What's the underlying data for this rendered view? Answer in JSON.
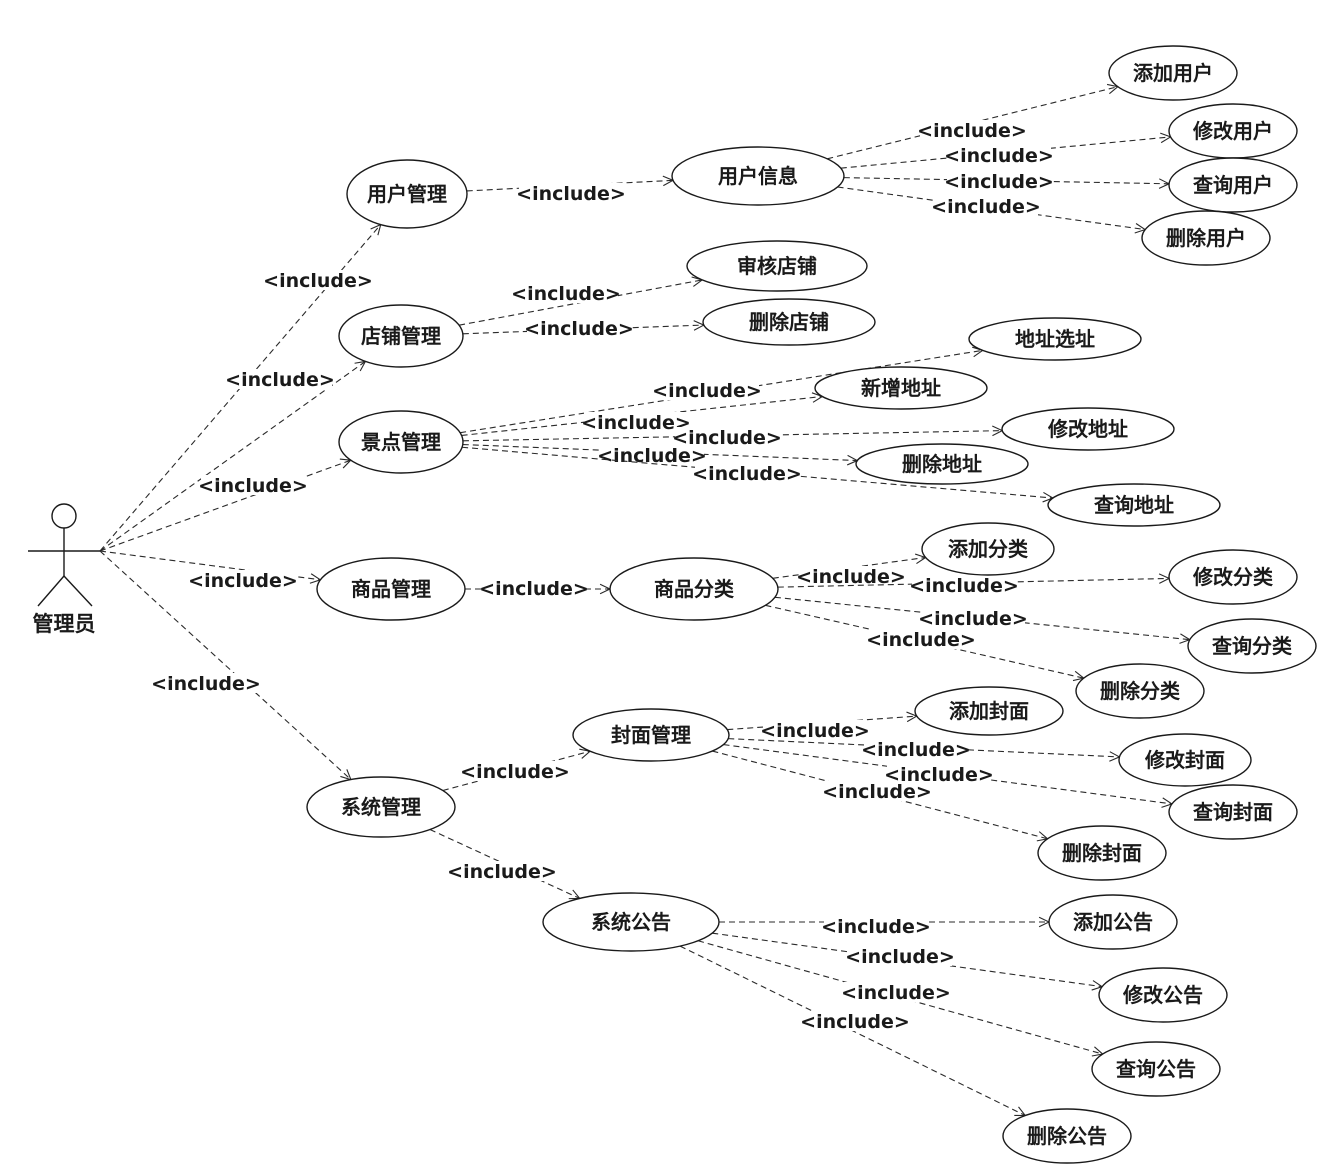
{
  "actor": {
    "id": "admin",
    "label": "管理员"
  },
  "relation_label": "<include>",
  "use_cases": [
    {
      "id": "user_mgmt",
      "label": "用户管理"
    },
    {
      "id": "user_info",
      "label": "用户信息"
    },
    {
      "id": "add_user",
      "label": "添加用户"
    },
    {
      "id": "edit_user",
      "label": "修改用户"
    },
    {
      "id": "query_user",
      "label": "查询用户"
    },
    {
      "id": "del_user",
      "label": "删除用户"
    },
    {
      "id": "shop_mgmt",
      "label": "店铺管理"
    },
    {
      "id": "audit_shop",
      "label": "审核店铺"
    },
    {
      "id": "del_shop",
      "label": "删除店铺"
    },
    {
      "id": "spot_mgmt",
      "label": "景点管理"
    },
    {
      "id": "addr_select",
      "label": "地址选址"
    },
    {
      "id": "add_addr",
      "label": "新增地址"
    },
    {
      "id": "edit_addr",
      "label": "修改地址"
    },
    {
      "id": "del_addr",
      "label": "删除地址"
    },
    {
      "id": "query_addr",
      "label": "查询地址"
    },
    {
      "id": "goods_mgmt",
      "label": "商品管理"
    },
    {
      "id": "goods_cat",
      "label": "商品分类"
    },
    {
      "id": "add_cat",
      "label": "添加分类"
    },
    {
      "id": "edit_cat",
      "label": "修改分类"
    },
    {
      "id": "query_cat",
      "label": "查询分类"
    },
    {
      "id": "del_cat",
      "label": "删除分类"
    },
    {
      "id": "sys_mgmt",
      "label": "系统管理"
    },
    {
      "id": "cover_mgmt",
      "label": "封面管理"
    },
    {
      "id": "add_cover",
      "label": "添加封面"
    },
    {
      "id": "edit_cover",
      "label": "修改封面"
    },
    {
      "id": "query_cover",
      "label": "查询封面"
    },
    {
      "id": "del_cover",
      "label": "删除封面"
    },
    {
      "id": "sys_notice",
      "label": "系统公告"
    },
    {
      "id": "add_notice",
      "label": "添加公告"
    },
    {
      "id": "edit_notice",
      "label": "修改公告"
    },
    {
      "id": "query_notice",
      "label": "查询公告"
    },
    {
      "id": "del_notice",
      "label": "删除公告"
    }
  ],
  "relations": [
    {
      "from": "admin",
      "to": "user_mgmt"
    },
    {
      "from": "admin",
      "to": "shop_mgmt"
    },
    {
      "from": "admin",
      "to": "spot_mgmt"
    },
    {
      "from": "admin",
      "to": "goods_mgmt"
    },
    {
      "from": "admin",
      "to": "sys_mgmt"
    },
    {
      "from": "user_mgmt",
      "to": "user_info"
    },
    {
      "from": "user_info",
      "to": "add_user"
    },
    {
      "from": "user_info",
      "to": "edit_user"
    },
    {
      "from": "user_info",
      "to": "query_user"
    },
    {
      "from": "user_info",
      "to": "del_user"
    },
    {
      "from": "shop_mgmt",
      "to": "audit_shop"
    },
    {
      "from": "shop_mgmt",
      "to": "del_shop"
    },
    {
      "from": "spot_mgmt",
      "to": "addr_select"
    },
    {
      "from": "spot_mgmt",
      "to": "add_addr"
    },
    {
      "from": "spot_mgmt",
      "to": "edit_addr"
    },
    {
      "from": "spot_mgmt",
      "to": "del_addr"
    },
    {
      "from": "spot_mgmt",
      "to": "query_addr"
    },
    {
      "from": "goods_mgmt",
      "to": "goods_cat"
    },
    {
      "from": "goods_cat",
      "to": "add_cat"
    },
    {
      "from": "goods_cat",
      "to": "edit_cat"
    },
    {
      "from": "goods_cat",
      "to": "query_cat"
    },
    {
      "from": "goods_cat",
      "to": "del_cat"
    },
    {
      "from": "sys_mgmt",
      "to": "cover_mgmt"
    },
    {
      "from": "sys_mgmt",
      "to": "sys_notice"
    },
    {
      "from": "cover_mgmt",
      "to": "add_cover"
    },
    {
      "from": "cover_mgmt",
      "to": "edit_cover"
    },
    {
      "from": "cover_mgmt",
      "to": "query_cover"
    },
    {
      "from": "cover_mgmt",
      "to": "del_cover"
    },
    {
      "from": "sys_notice",
      "to": "add_notice"
    },
    {
      "from": "sys_notice",
      "to": "edit_notice"
    },
    {
      "from": "sys_notice",
      "to": "query_notice"
    },
    {
      "from": "sys_notice",
      "to": "del_notice"
    }
  ]
}
